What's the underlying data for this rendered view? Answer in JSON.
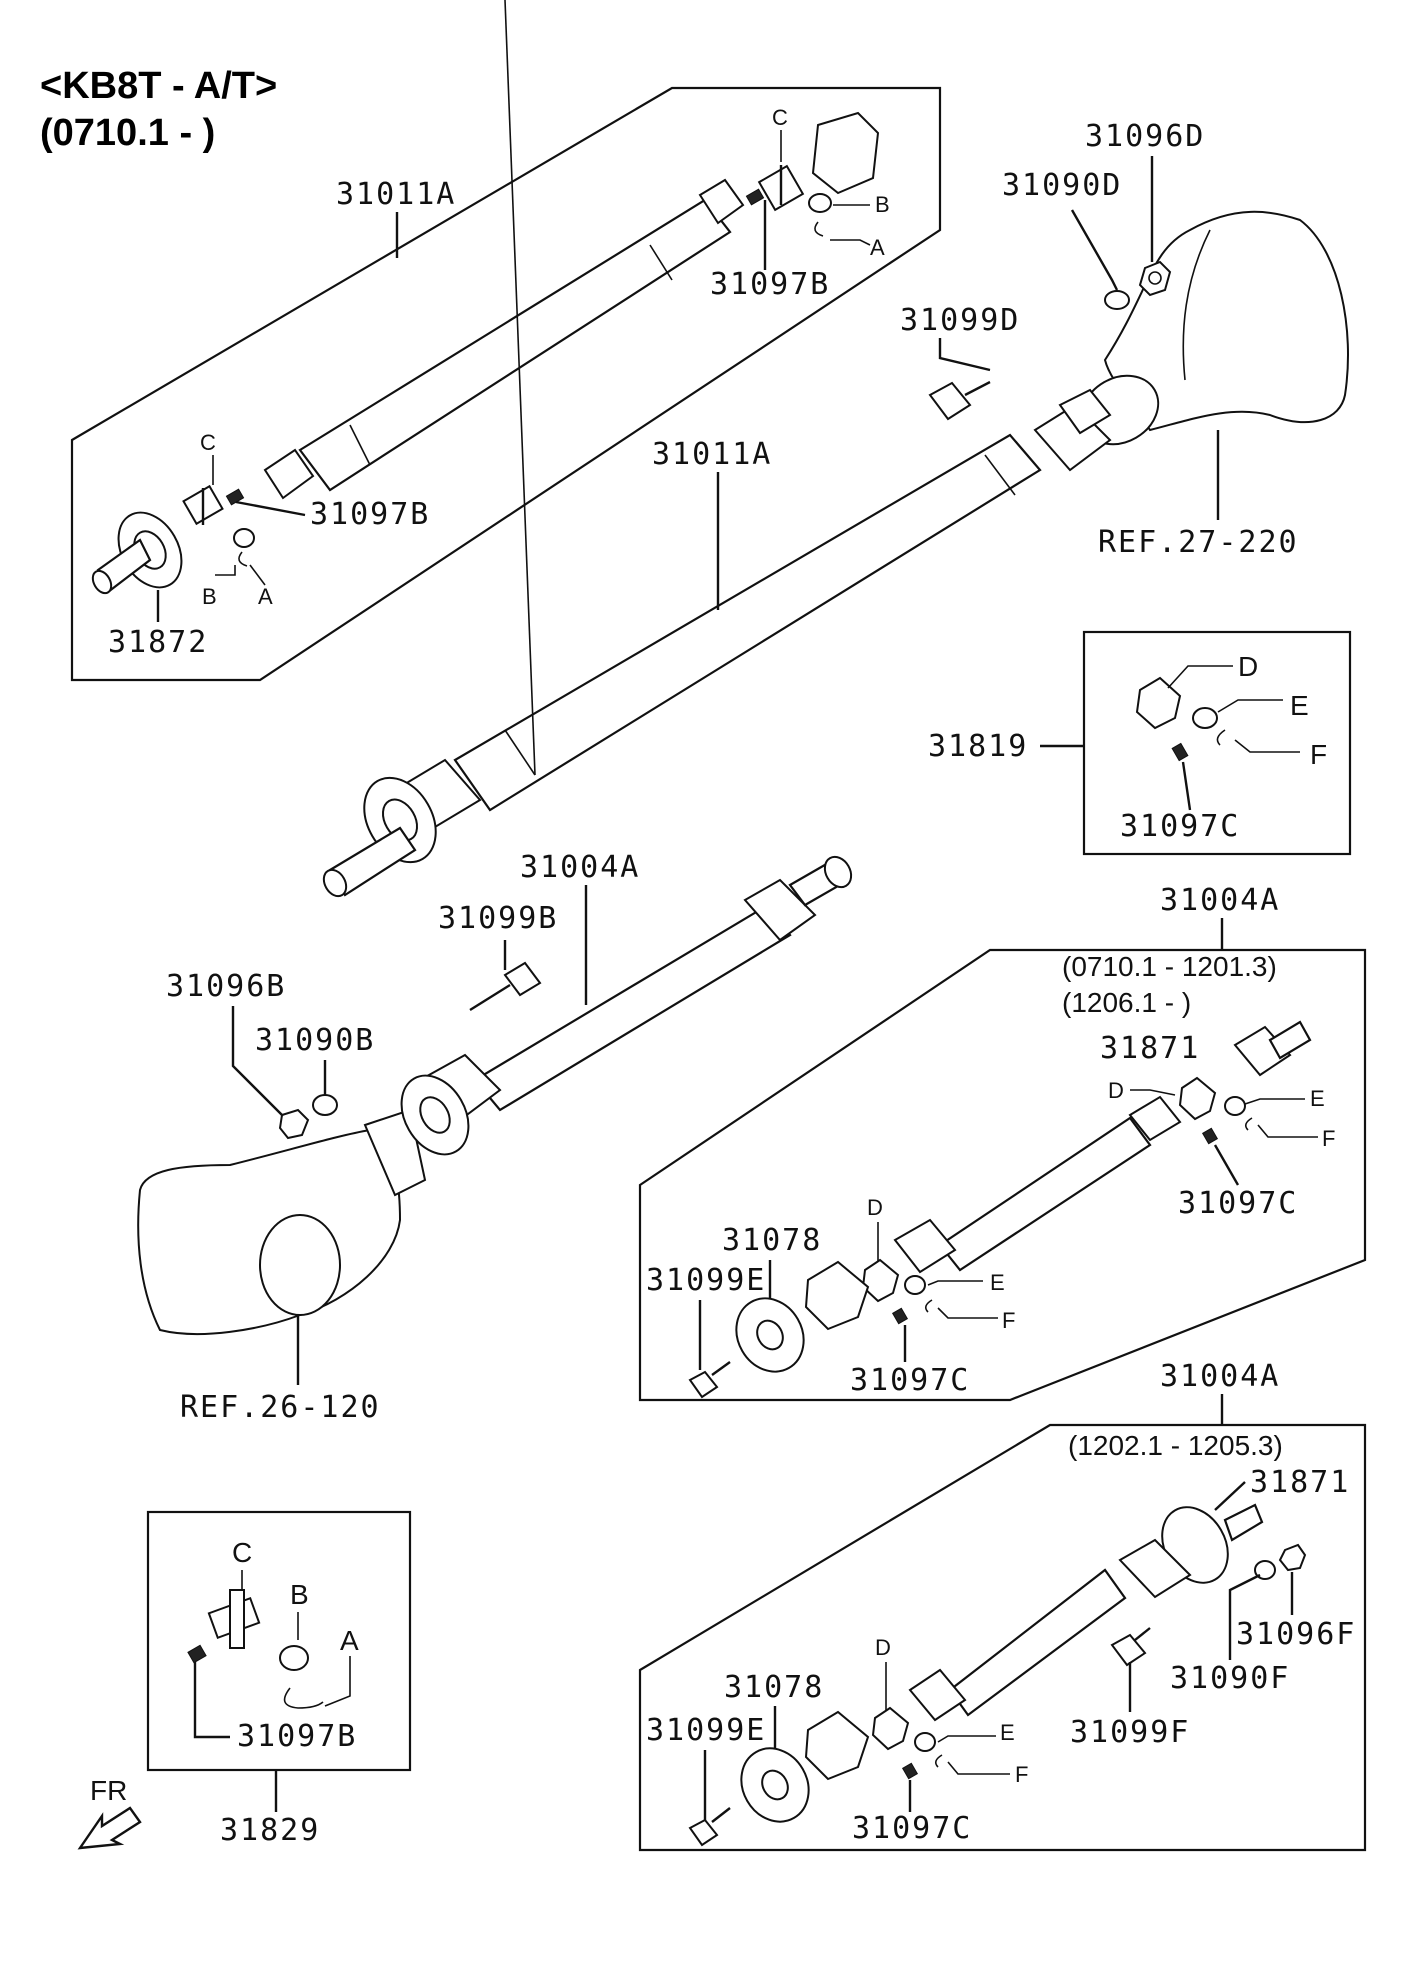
{
  "title": {
    "line1": "<KB8T - A/T>",
    "line2": "(0710.1 - )"
  },
  "labels": {
    "p31011A_top": "31011A",
    "p31011A_main": "31011A",
    "p31097B_a": "31097B",
    "p31097B_b": "31097B",
    "p31097B_c": "31097B",
    "p31872": "31872",
    "p31096D": "31096D",
    "p31090D": "31090D",
    "p31099D": "31099D",
    "ref27": "REF.27-220",
    "p31819": "31819",
    "p31097C_a": "31097C",
    "p31097C_b": "31097C",
    "p31097C_c": "31097C",
    "p31097C_d": "31097C",
    "p31004A_main": "31004A",
    "p31004A_box1": "31004A",
    "p31004A_box2": "31004A",
    "p31099B": "31099B",
    "p31096B": "31096B",
    "p31090B": "31090B",
    "ref26": "REF.26-120",
    "range1": "(0710.1 - 1201.3)",
    "range2": "(1206.1 - )",
    "range3": "(1202.1 - 1205.3)",
    "p31871_a": "31871",
    "p31871_b": "31871",
    "p31078_a": "31078",
    "p31078_b": "31078",
    "p31099E_a": "31099E",
    "p31099E_b": "31099E",
    "p31096F": "31096F",
    "p31090F": "31090F",
    "p31099F": "31099F",
    "p31829": "31829",
    "fr": "FR"
  },
  "letters": {
    "A": "A",
    "B": "B",
    "C": "C",
    "D": "D",
    "E": "E",
    "F": "F"
  }
}
